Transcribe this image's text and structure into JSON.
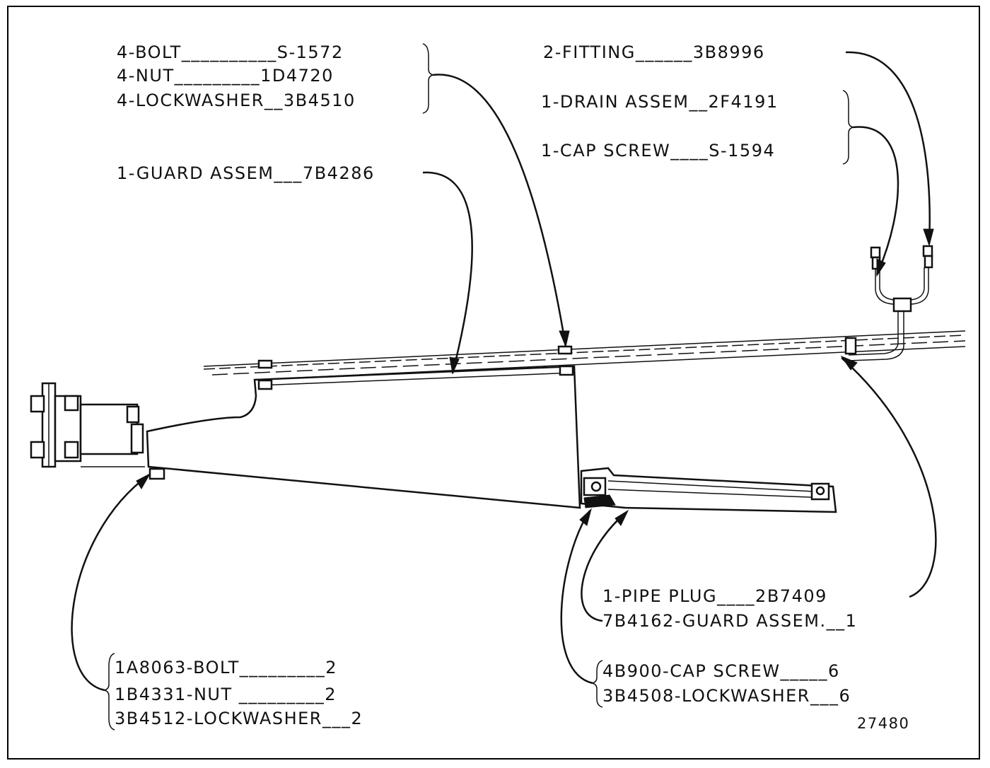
{
  "callouts": {
    "group_bolt": [
      "4-BOLT__________S-1572",
      "4-NUT_________1D4720",
      "4-LOCKWASHER__3B4510"
    ],
    "guard": "1-GUARD ASSEM___7B4286",
    "fitting": "2-FITTING______3B8996",
    "group_drain": [
      "1-DRAIN ASSEM__2F4191",
      "1-CAP SCREW____S-1594"
    ],
    "pipe_plug": "1-PIPE PLUG____2B7409",
    "guard_lower": "7B4162-GUARD ASSEM.__1",
    "group_left": [
      "1A8063-BOLT_________2",
      "1B4331-NUT _________2",
      "3B4512-LOCKWASHER___2"
    ],
    "group_capscrew": [
      "4B900-CAP SCREW_____6",
      "3B4508-LOCKWASHER___6"
    ],
    "figure_number": "27480"
  }
}
